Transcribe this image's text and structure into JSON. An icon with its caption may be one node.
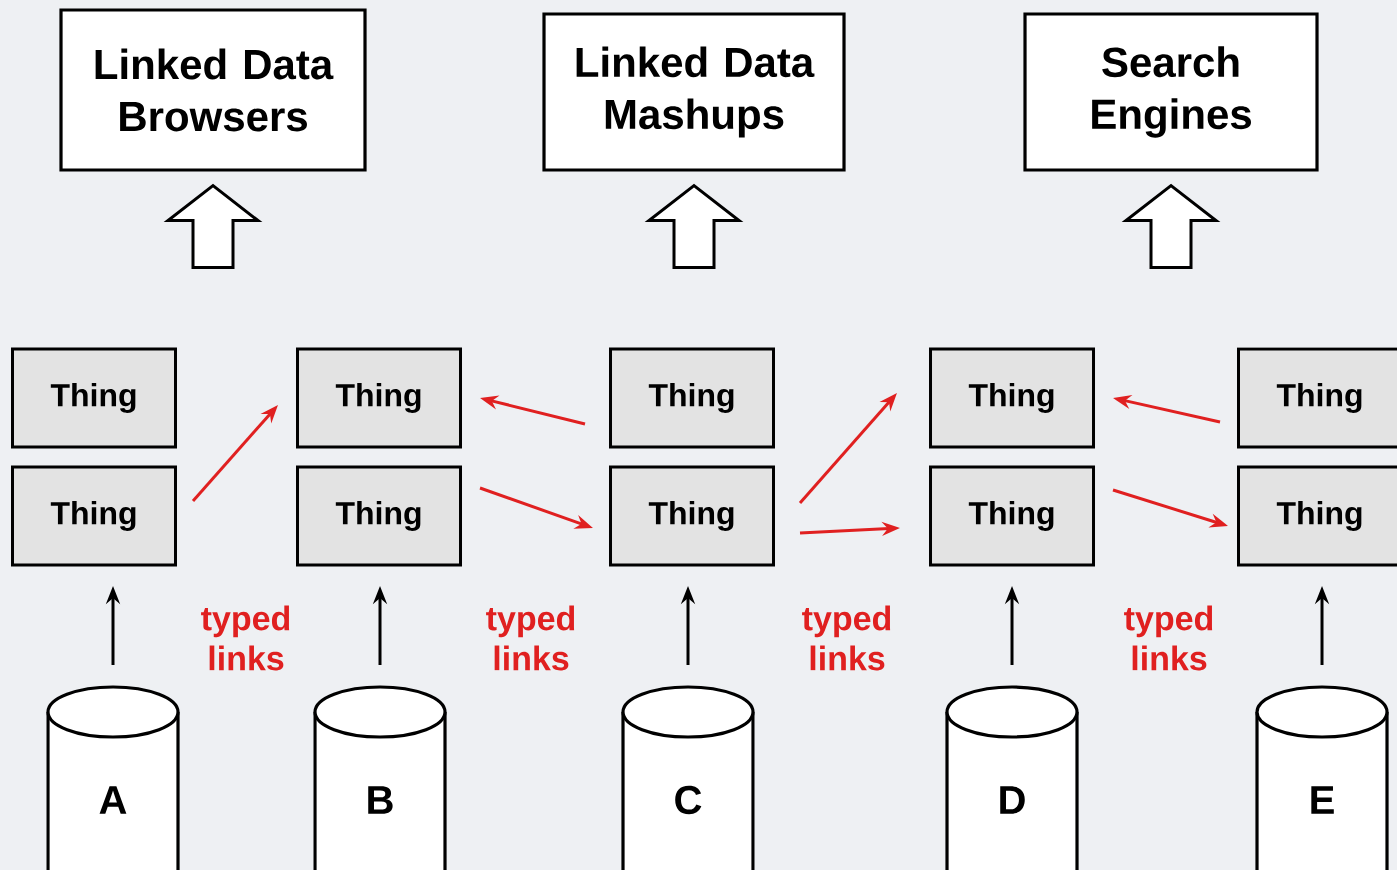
{
  "diagram": {
    "nodes": [
      {
        "text": [
          "Linked Data Browsers"
        ]
      },
      {
        "text": [
          "Linked Data Mashups"
        ]
      },
      {
        "text": [
          "Search Engines"
        ]
      },
      {
        "text": [
          "Thing"
        ]
      },
      {
        "text": [
          "Thing"
        ]
      },
      {
        "text": [
          "Thing"
        ]
      },
      {
        "text": [
          "Thing"
        ]
      },
      {
        "text": [
          "Thing"
        ]
      },
      {
        "text": [
          "Thing"
        ]
      },
      {
        "text": [
          "Thing"
        ]
      },
      {
        "text": [
          "Thing"
        ]
      },
      {
        "text": [
          "Thing"
        ]
      },
      {
        "text": [
          "Thing"
        ]
      },
      {
        "text": [
          "A"
        ]
      },
      {
        "text": [
          "B"
        ]
      },
      {
        "text": [
          "C"
        ]
      },
      {
        "text": [
          "D"
        ]
      },
      {
        "text": [
          "E"
        ]
      }
    ],
    "edges": [
      {
        "from": null,
        "to": 0,
        "arrow": "to",
        "style": "thick"
      },
      {
        "from": null,
        "to": 1,
        "arrow": "to",
        "style": "thick"
      },
      {
        "from": null,
        "to": 2,
        "arrow": "to",
        "style": "thick"
      },
      {
        "from": 4,
        "to": 5,
        "arrow": "to",
        "color": "#e02020"
      },
      {
        "from": 7,
        "to": 5,
        "arrow": "to",
        "color": "#e02020"
      },
      {
        "from": 6,
        "to": 8,
        "arrow": "to",
        "color": "#e02020"
      },
      {
        "from": 8,
        "to": 9,
        "arrow": "to",
        "color": "#e02020"
      },
      {
        "from": 8,
        "to": 10,
        "arrow": "to",
        "color": "#e02020"
      },
      {
        "from": 11,
        "to": 9,
        "arrow": "to",
        "color": "#e02020"
      },
      {
        "from": 10,
        "to": 12,
        "arrow": "to",
        "color": "#e02020"
      },
      {
        "from": 13,
        "to": 4,
        "arrow": "to",
        "color": "#000000"
      },
      {
        "from": 14,
        "to": 6,
        "arrow": "to",
        "color": "#000000"
      },
      {
        "from": 15,
        "to": 8,
        "arrow": "to",
        "color": "#000000"
      },
      {
        "from": 16,
        "to": 10,
        "arrow": "to",
        "color": "#000000"
      },
      {
        "from": 17,
        "to": 12,
        "arrow": "to",
        "color": "#000000"
      }
    ],
    "labels": [
      "typed links",
      "typed links",
      "typed links",
      "typed links"
    ]
  }
}
